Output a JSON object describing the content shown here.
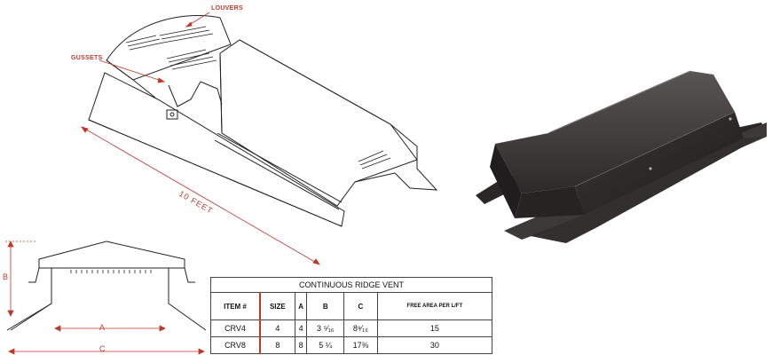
{
  "callouts": {
    "louvers": "LOUVERS",
    "gussets": "GUSSETS",
    "length": "10 FEET"
  },
  "dimensions": {
    "a": "A",
    "b": "B",
    "c": "C"
  },
  "table": {
    "title": "CONTINUOUS RIDGE VENT",
    "headers": [
      "ITEM #",
      "SIZE",
      "A",
      "B",
      "C",
      "FREE AREA PER L/FT"
    ],
    "rows": [
      [
        "CRV4",
        "4",
        "4",
        "3 ⁵⁄₁₆",
        "8⁹⁄₁₆",
        "15"
      ],
      [
        "CRV8",
        "8",
        "8",
        "5 ¼",
        "17⅜",
        "30"
      ]
    ]
  },
  "colors": {
    "annotation": "#c0392b",
    "line_art": "#222222",
    "product_dark": "#2e2b2b"
  }
}
